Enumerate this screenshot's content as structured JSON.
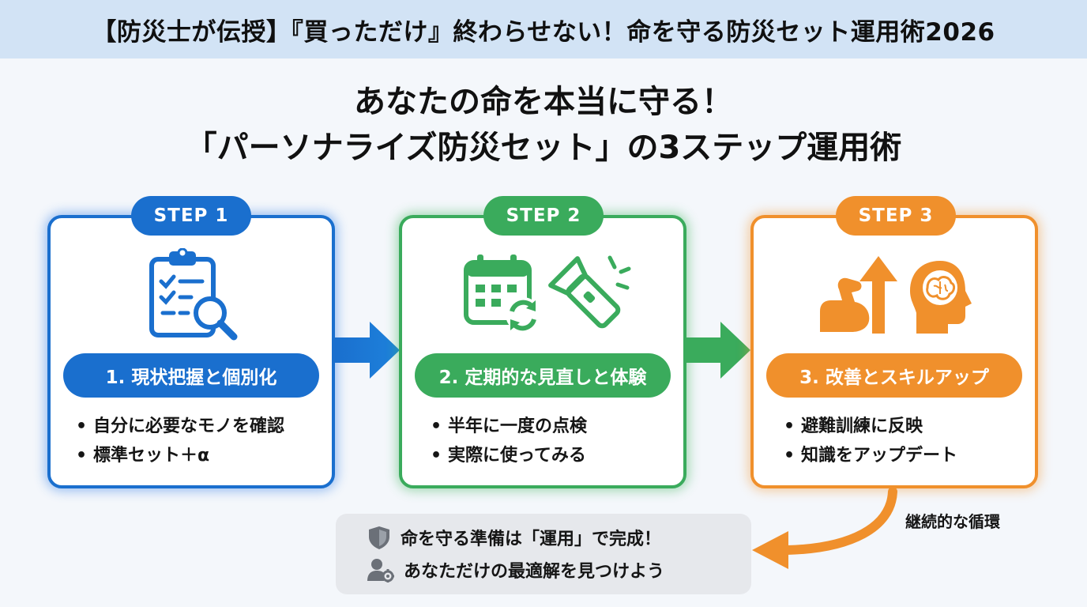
{
  "header": {
    "title": "【防災士が伝授】『買っただけ』終わらせない！命を守る防災セット運用術2026"
  },
  "headline": {
    "line1": "あなたの命を本当に守る！",
    "line2": "「パーソナライズ防災セット」の3ステップ運用術"
  },
  "steps": [
    {
      "label": "STEP 1",
      "title": "1. 現状把握と個別化",
      "bullets": [
        "自分に必要なモノを確認",
        "標準セット＋α"
      ],
      "color": "#1a6fce",
      "icons": [
        "clipboard-checklist-icon",
        "magnifier-icon"
      ]
    },
    {
      "label": "STEP 2",
      "title": "2. 定期的な見直しと体験",
      "bullets": [
        "半年に一度の点検",
        "実際に使ってみる"
      ],
      "color": "#3aab5c",
      "icons": [
        "calendar-refresh-icon",
        "flashlight-icon"
      ]
    },
    {
      "label": "STEP 3",
      "title": "3. 改善とスキルアップ",
      "bullets": [
        "避難訓練に反映",
        "知識をアップデート"
      ],
      "color": "#f0902c",
      "icons": [
        "flexed-arm-icon",
        "up-arrow-icon",
        "head-brain-icon"
      ]
    }
  ],
  "footer": {
    "line1": "命を守る準備は「運用」で完成！",
    "line2": "あなただけの最適解を見つけよう",
    "line1_icon": "shield-icon",
    "line2_icon": "user-gear-icon"
  },
  "cycle": {
    "label": "継続的な循環"
  }
}
